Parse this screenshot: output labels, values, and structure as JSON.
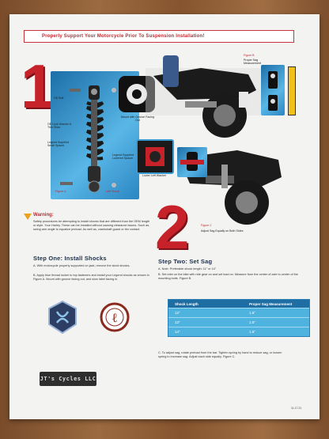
{
  "header": {
    "title": "Properly Support Your Motorcycle Prior To Suspension Installation!"
  },
  "step1": {
    "big_number": "1",
    "figure_label": "Figure A",
    "parts_label": "Left Shock",
    "callouts": {
      "oe_bolt": "OE Bolt",
      "oe_lock_washer": "OE Lock Washer & Thin Shim",
      "legend_supplied_small_spacer": "Legend Supplied Small Spacer",
      "legend_supplied_lowered_spacer": "Legend Supplied Lowered Spacer",
      "mount_with_groove": "Mount with Groove Facing Out",
      "lower_left_washer": "Lower Left Washer"
    }
  },
  "photo": {
    "figure_label": "Figure B",
    "figure_caption": "Proper Sag Measurement"
  },
  "step2_fig": {
    "big_number": "2",
    "figure_label": "Figure C",
    "figure_caption": "Adjust Sag Equally on Both Sides"
  },
  "warning": {
    "title": "Warning:",
    "body": "Safety procedures be attempting to install shocks that are different than the OEM length or style. Your Harley. These can be installed without causing clearance issues. Such as, swing arm angle to equalize preload. As well as, crankshaft guard or tire contact."
  },
  "install": {
    "title": "Step One: Install Shocks",
    "item_a": "A. With motorcycle properly supported on jack, remove the stock shocks.",
    "item_b": "B. Apply blue thread locker to top fasteners and install your Legend shocks as shown in Figure A. Mount with groove facing out, and slow label facing in."
  },
  "set_sag": {
    "title": "Step Two: Set Sag",
    "item_a": "A. Note: Preferable shock length: 11\" or 14\"",
    "item_b": "B. Set rider on the bike with ride gear on and set load on. Measure from the center of axle to center of the mounting bolts. Figure B."
  },
  "sag_table": {
    "headers": [
      "Shock Length",
      "Proper Sag Measurement"
    ],
    "rows": [
      [
        "12\"",
        "1.5\""
      ],
      [
        "13\"",
        "1.5\""
      ],
      [
        "14\"",
        "1.5\""
      ]
    ]
  },
  "adjust": {
    "item_c": "C. To adjust sag, rotate preload from the bar. Tighten spring by hand to reduce sag, or loosen spring to increase sag. Adjust each side equally. Figure C."
  },
  "logos": {
    "legend_shield": "Legend",
    "brand_roundel": "Legend",
    "bottom_wordmark": "JT's Cycles LLC"
  },
  "footer": {
    "page_code": "11-17-21"
  },
  "colors": {
    "brand_red": "#c7212a",
    "panel_blue": "#3b9fd6",
    "navy": "#1d2f4a"
  }
}
